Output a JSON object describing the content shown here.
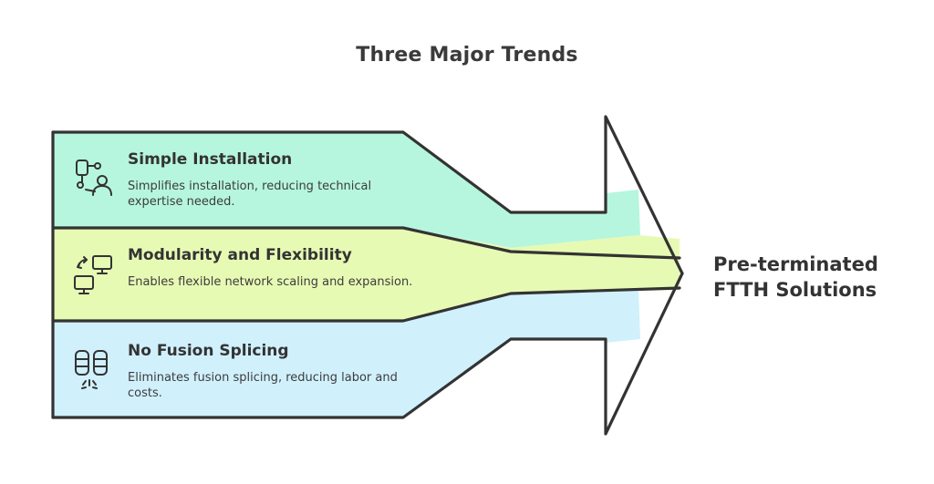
{
  "title": "Three Major Trends",
  "trends": [
    {
      "heading": "Simple Installation",
      "description": "Simplifies installation, reducing technical expertise needed.",
      "icon": "person-installing-device-icon",
      "color": "#b2f5dc"
    },
    {
      "heading": "Modularity and Flexibility",
      "description": "Enables flexible network scaling and expansion.",
      "icon": "connected-monitors-icon",
      "color": "#e6fab0"
    },
    {
      "heading": "No Fusion Splicing",
      "description": "Eliminates fusion splicing, reducing labor and costs.",
      "icon": "splice-modules-icon",
      "color": "#cdeffc"
    }
  ],
  "result": {
    "line1": "Pre-terminated",
    "line2": "FTTH Solutions"
  },
  "colors": {
    "outline": "#333333",
    "text": "#333333"
  }
}
